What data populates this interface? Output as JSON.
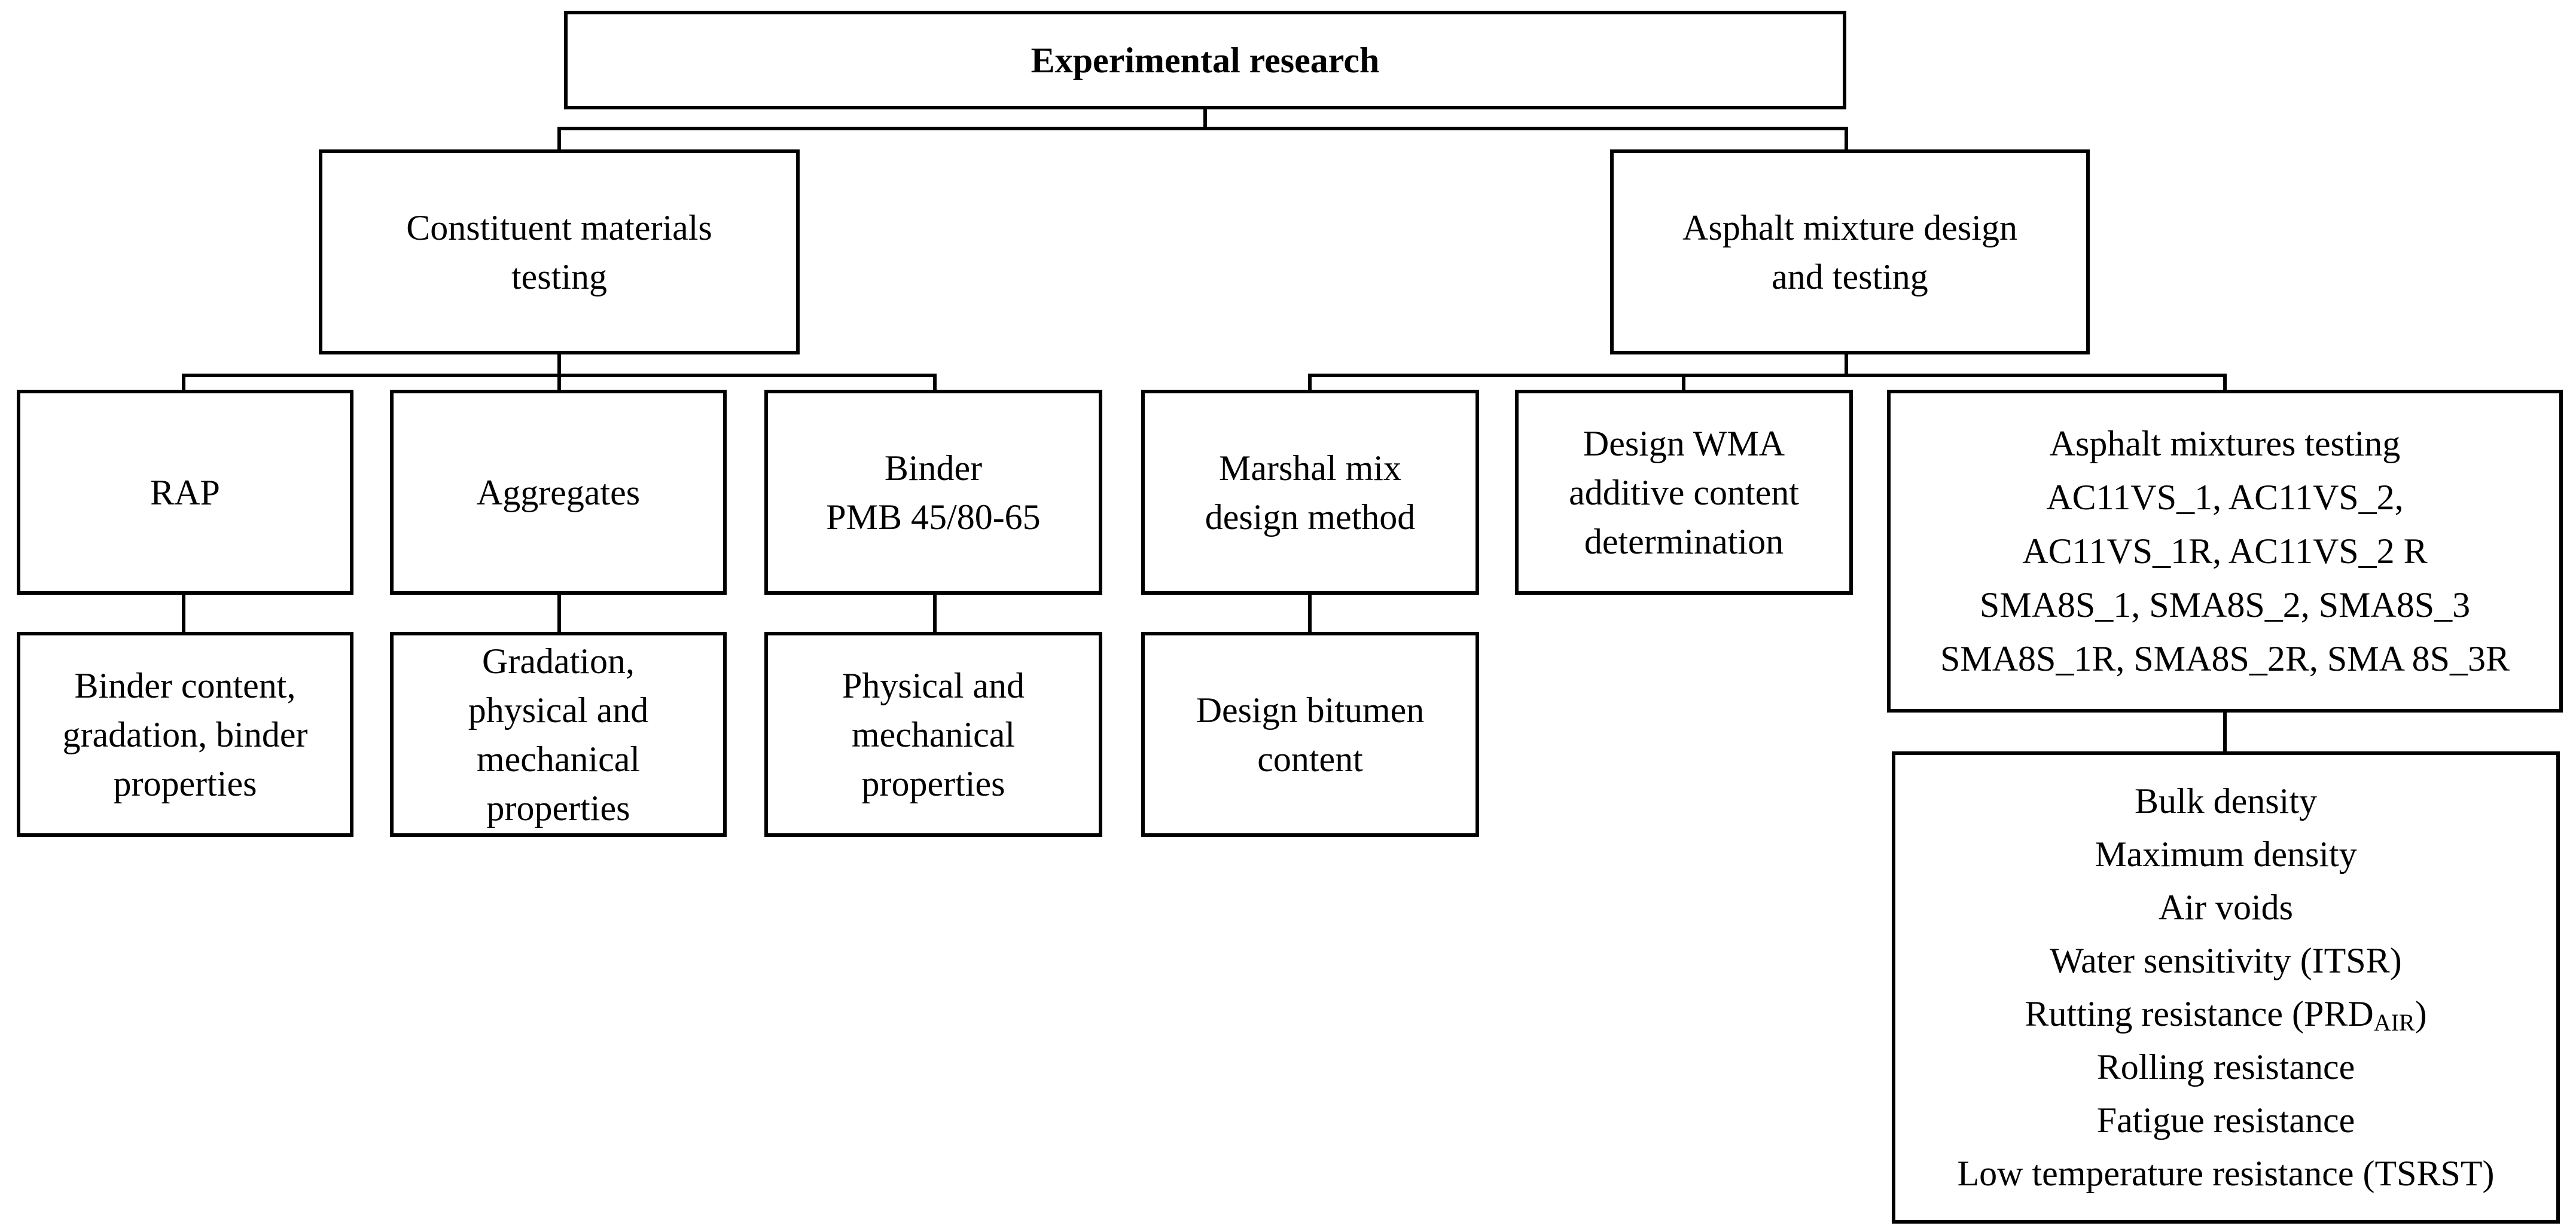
{
  "root": {
    "text": "Experimental research"
  },
  "branches": {
    "materials": {
      "lines": [
        "Constituent materials",
        "testing"
      ]
    },
    "mixture": {
      "lines": [
        "Asphalt mixture design",
        "and testing"
      ]
    }
  },
  "materials_children": {
    "rap": {
      "label": "RAP",
      "detail": [
        "Binder content,",
        "gradation, binder",
        "properties"
      ]
    },
    "aggregates": {
      "label": "Aggregates",
      "detail": [
        "Gradation,",
        "physical and",
        "mechanical",
        "properties"
      ]
    },
    "binder": {
      "label": [
        "Binder",
        "PMB 45/80-65"
      ],
      "detail": [
        "Physical and",
        "mechanical",
        "properties"
      ]
    }
  },
  "mixture_children": {
    "marshal": {
      "label": [
        "Marshal mix",
        "design method"
      ],
      "detail": [
        "Design bitumen",
        "content"
      ]
    },
    "wma": {
      "label": [
        "Design WMA",
        "additive content",
        "determination"
      ]
    },
    "testing": {
      "title": "Asphalt mixtures testing",
      "mixtures": [
        "AC11VS_1, AC11VS_2,",
        "AC11VS_1R, AC11VS_2 R",
        "SMA8S_1, SMA8S_2, SMA8S_3",
        "SMA8S_1R, SMA8S_2R, SMA 8S_3R"
      ],
      "properties": [
        "Bulk density",
        "Maximum density",
        "Air voids",
        "Water sensitivity (ITSR)",
        "Rutting resistance (PRD",
        "AIR",
        ")",
        "Rolling resistance",
        "Fatigue resistance",
        "Low temperature resistance (TSRST)"
      ]
    }
  }
}
